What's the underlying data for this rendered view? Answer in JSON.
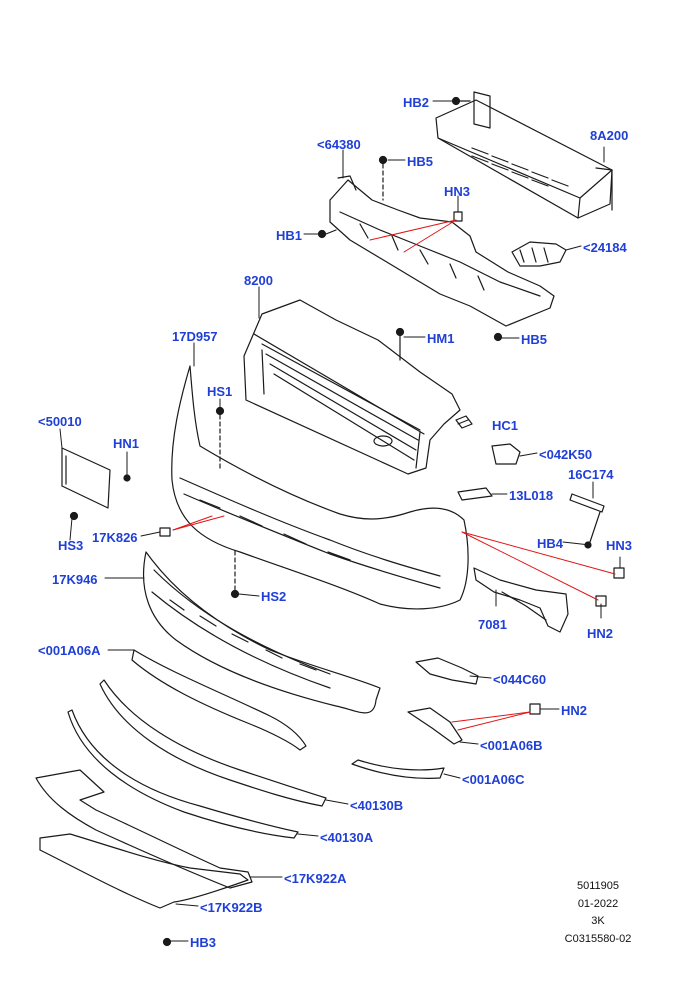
{
  "colors": {
    "callout": "#1f3fd6",
    "line": "#1a1a1a",
    "leader": "#e01515"
  },
  "callouts": {
    "hb2": "HB2",
    "c64380": "<64380",
    "c8a200": "8A200",
    "hb5_top": "HB5",
    "hn3_top": "HN3",
    "hb1": "HB1",
    "c24184": "<24184",
    "c8200": "8200",
    "hm1": "HM1",
    "hb5_mid": "HB5",
    "c17d957": "17D957",
    "hs1": "HS1",
    "c50010": "<50010",
    "hc1": "HC1",
    "hn1": "HN1",
    "c042k50": "<042K50",
    "c16c174": "16C174",
    "c13l018": "13L018",
    "hs3": "HS3",
    "c17k826": "17K826",
    "hb4": "HB4",
    "hn3_mid": "HN3",
    "c17k946": "17K946",
    "hs2": "HS2",
    "c7081": "7081",
    "hn2_right": "HN2",
    "c001a06a": "<001A06A",
    "c044c60": "<044C60",
    "hn2_low": "HN2",
    "c001a06b": "<001A06B",
    "c001a06c": "<001A06C",
    "c40130b": "<40130B",
    "c40130a": "<40130A",
    "c17k922a": "<17K922A",
    "c17k922b": "<17K922B",
    "hb3": "HB3"
  },
  "meta": {
    "number": "5011905",
    "date": "01-2022",
    "code": "3K",
    "reference": "C0315580-02"
  }
}
